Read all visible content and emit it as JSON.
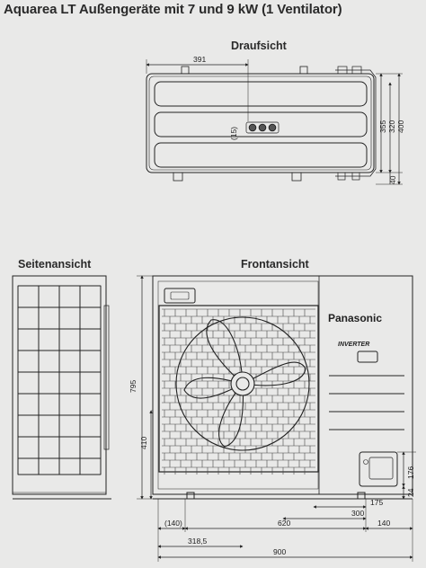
{
  "title": "Aquarea LT Außengeräte mit 7 und 9 kW (1 Ventilator)",
  "views": {
    "top": "Draufsicht",
    "side": "Seitenansicht",
    "front": "Frontansicht"
  },
  "branding": {
    "logo": "Panasonic",
    "inverter": "INVERTER"
  },
  "dimensions": {
    "top_width": "391",
    "top_port": "(15)",
    "top_h1": "355",
    "top_h2": "320",
    "top_h3": "400",
    "top_h4": "40",
    "front_height": "795",
    "front_fan_height": "410",
    "front_left": "(140)",
    "front_620": "620",
    "front_300": "300",
    "front_140": "140",
    "front_175": "175",
    "front_176": "176",
    "front_24": "24",
    "front_3185": "318,5",
    "front_total": "900"
  }
}
